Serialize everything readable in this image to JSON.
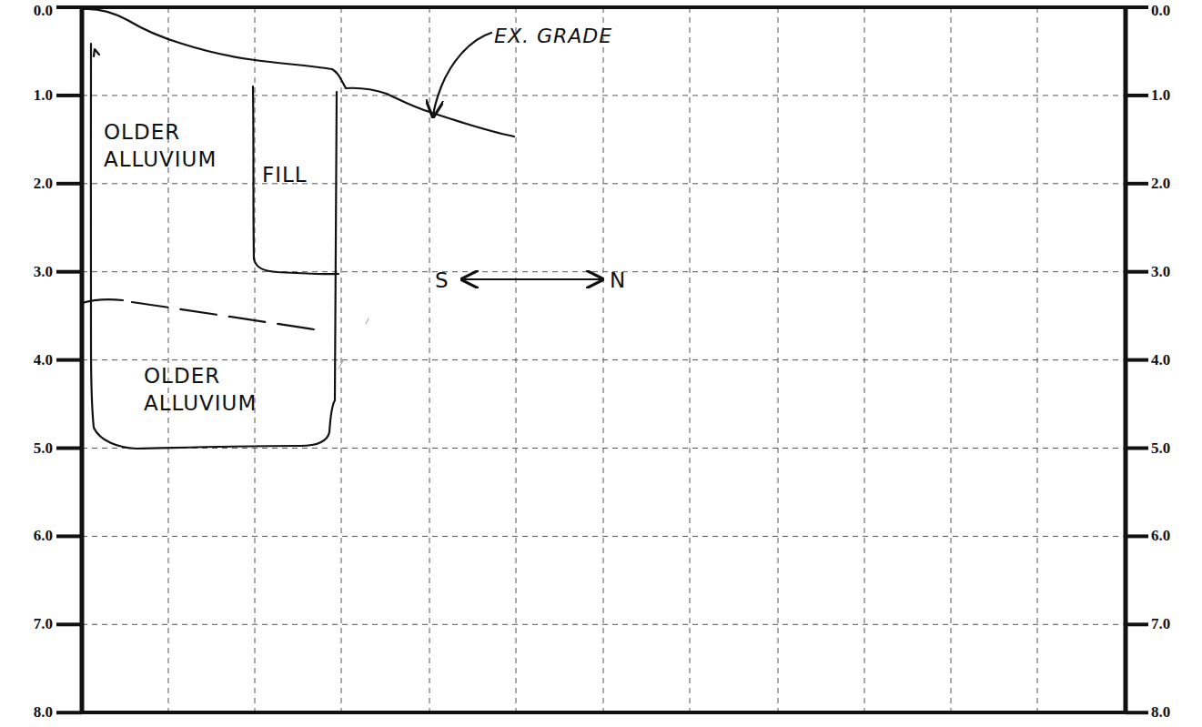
{
  "diagram": {
    "labels": [
      "0.0",
      "1.0",
      "2.0",
      "3.0",
      "4.0",
      "5.0",
      "6.0",
      "7.0",
      "8.0",
      "0.0",
      "1.0",
      "2.0",
      "3.0",
      "4.0",
      "5.0",
      "6.0",
      "7.0",
      "8.0",
      "EX. GRADE",
      "OLDER ALLUVIUM",
      "FILL",
      "OLDER ALLUVIUM",
      "S",
      "N"
    ]
  }
}
